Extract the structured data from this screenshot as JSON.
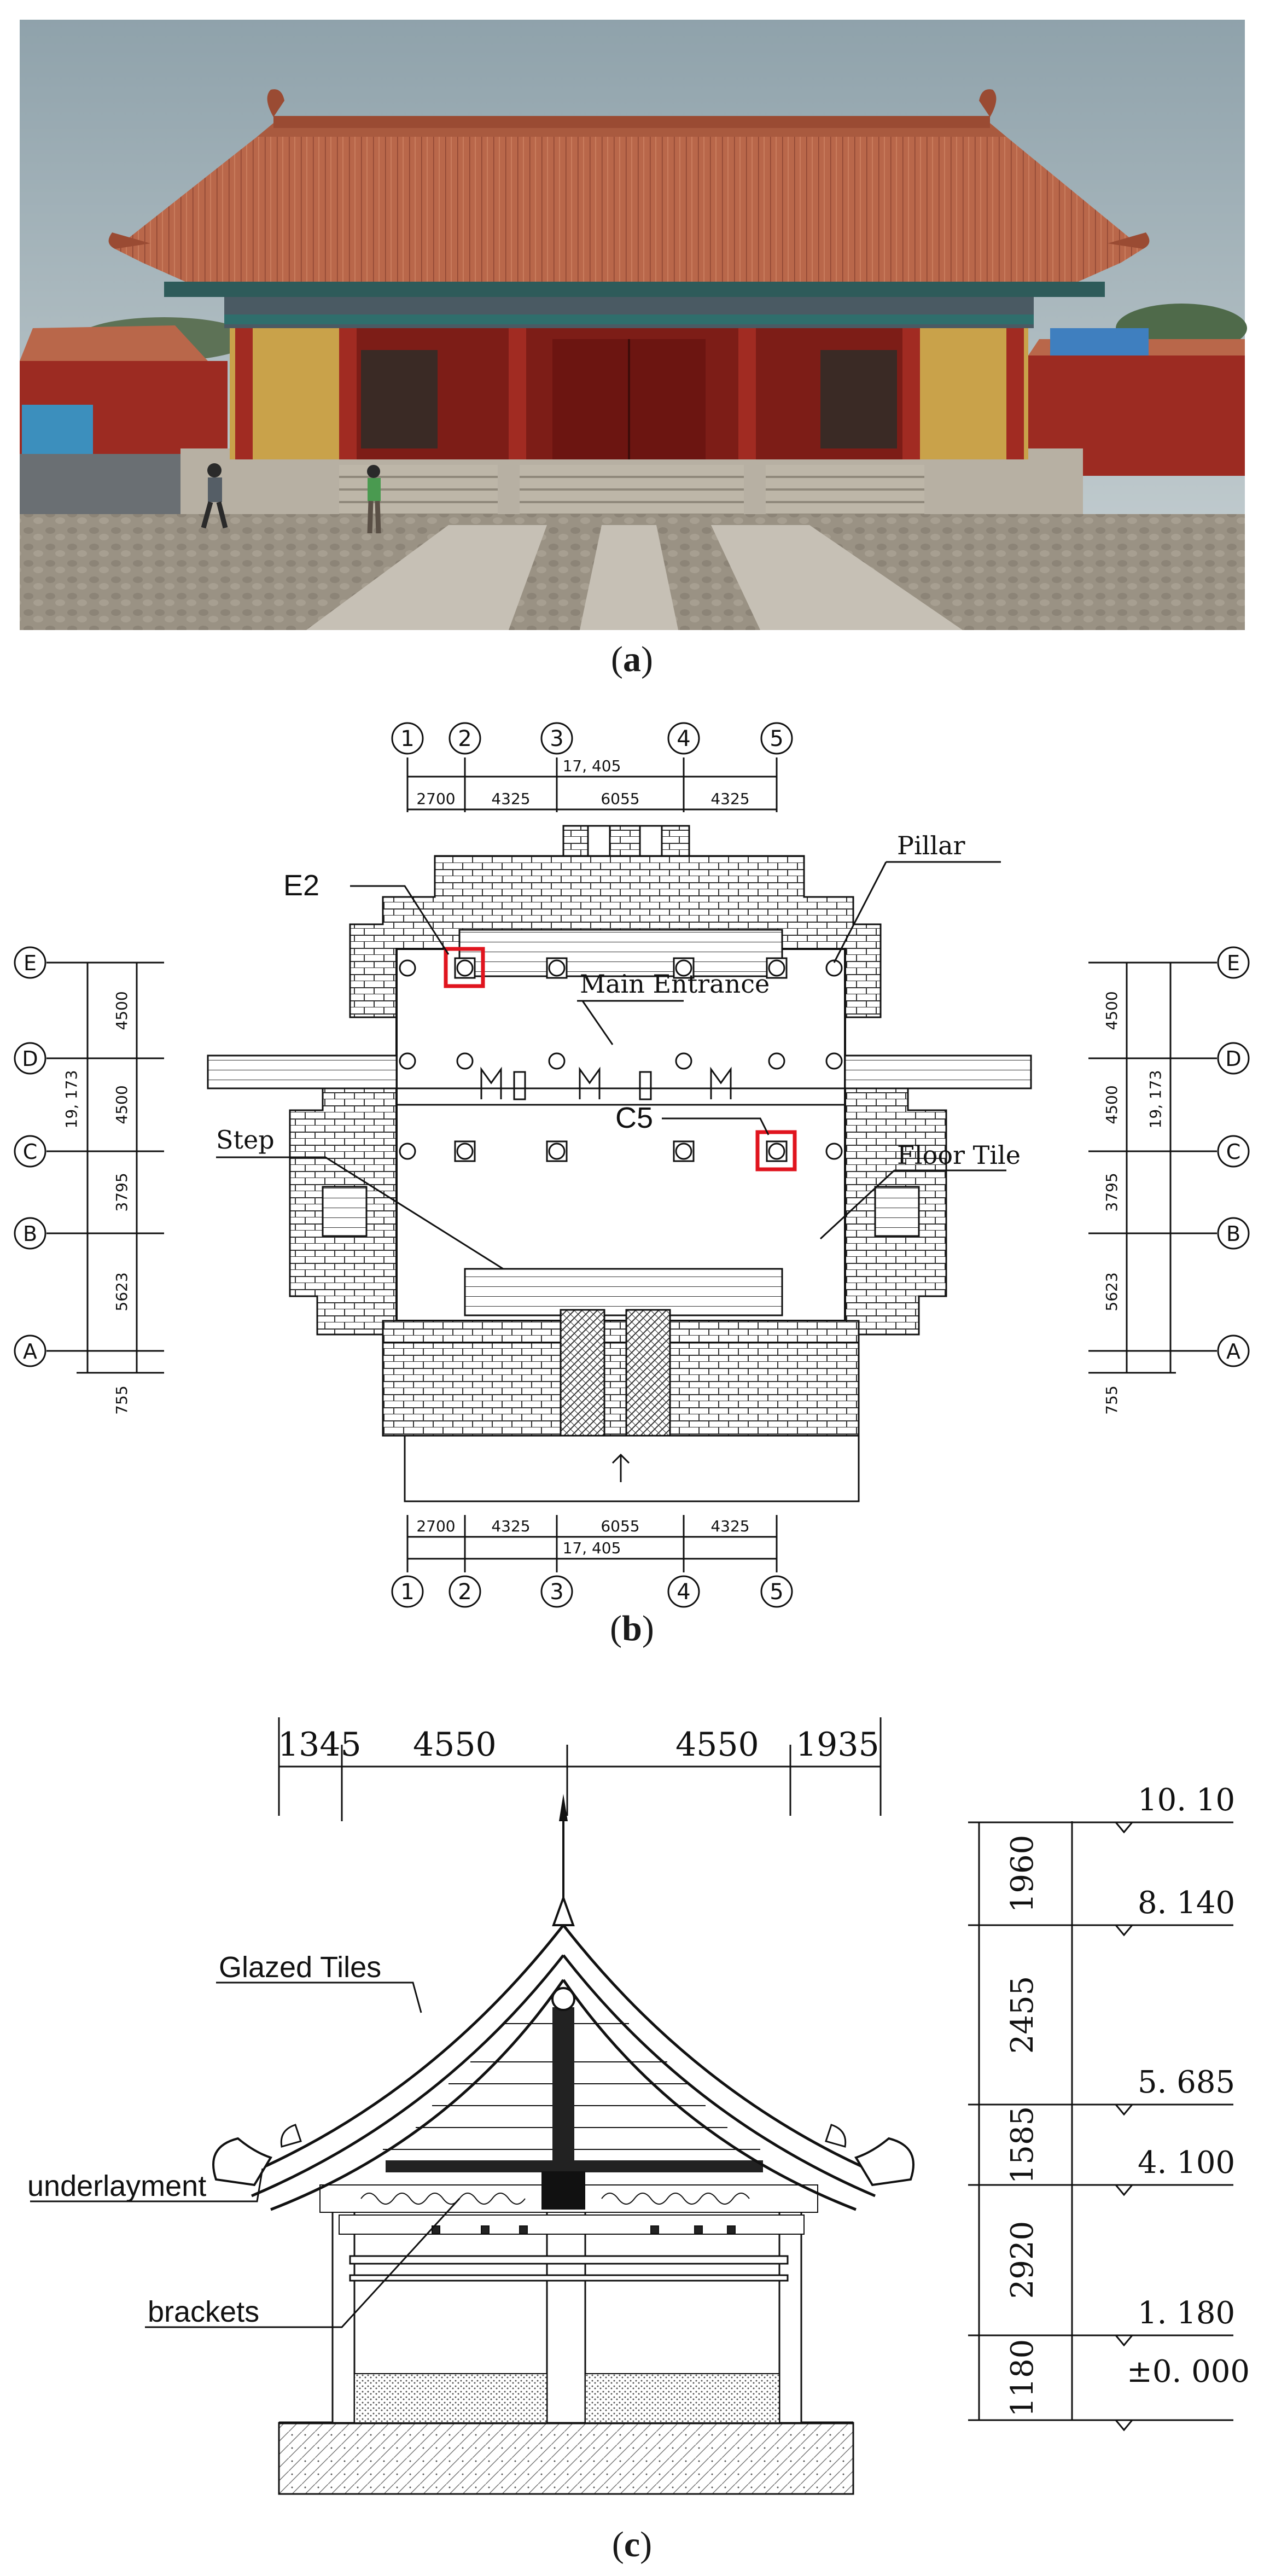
{
  "captions": {
    "a": "a",
    "b": "b",
    "c": "c"
  },
  "plan": {
    "top_axes": [
      "1",
      "2",
      "3",
      "4",
      "5"
    ],
    "bottom_axes": [
      "1",
      "2",
      "3",
      "4",
      "5"
    ],
    "bay_dims": [
      "2700",
      "4325",
      "6055",
      "4325"
    ],
    "total_width": "17, 405",
    "row_axes": [
      "E",
      "D",
      "C",
      "B",
      "A"
    ],
    "row_dims": [
      "4500",
      "4500",
      "3795",
      "5623"
    ],
    "extra_dim": "755",
    "total_depth": "19, 173",
    "labels": {
      "e2": "E2",
      "c5": "C5",
      "pillar": "Pillar",
      "main_entrance": "Main Entrance",
      "step": "Step",
      "floor_tile": "Floor Tile"
    },
    "highlight_color": "#e0141e"
  },
  "section": {
    "top_dims": [
      "1345",
      "4550",
      "4550",
      "1935"
    ],
    "elevations": [
      "10. 10",
      "8. 140",
      "5. 685",
      "4. 100",
      "1. 180",
      "±0. 000"
    ],
    "height_dims": [
      "1960",
      "2455",
      "1585",
      "2920",
      "1180"
    ],
    "labels": {
      "glazed_tiles": "Glazed Tiles",
      "underlayment": "underlayment",
      "brackets": "brackets"
    }
  },
  "photo_colors": {
    "sky": "#b7c3c8",
    "roof": "#b9674a",
    "wall": "#9c2b22",
    "ground": "#a39b8e"
  }
}
